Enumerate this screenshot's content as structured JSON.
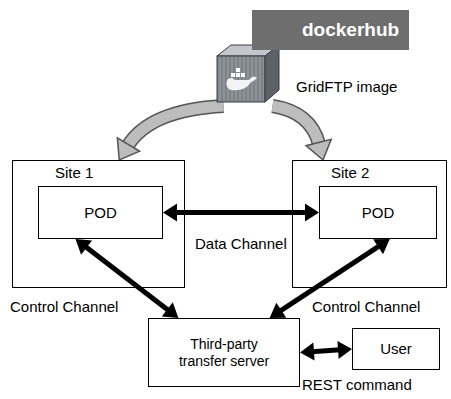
{
  "diagram": {
    "nodes": [
      {
        "text": [
          "dockerhub"
        ]
      },
      {
        "text": [
          "GridFTP image"
        ]
      },
      {
        "text": [
          "Site 1"
        ]
      },
      {
        "text": [
          "POD"
        ],
        "in": 2
      },
      {
        "text": [
          "Site 2"
        ]
      },
      {
        "text": [
          "POD"
        ],
        "in": 4
      },
      {
        "text": [
          "Third-party transfer server"
        ]
      },
      {
        "text": [
          "User"
        ]
      }
    ],
    "edges": [
      {
        "from": 1,
        "to": 2,
        "arrow": "to"
      },
      {
        "from": 1,
        "to": 4,
        "arrow": "to"
      },
      {
        "from": 3,
        "to": 5,
        "label": "Data Channel",
        "arrow": "both"
      },
      {
        "from": 3,
        "to": 6,
        "label": "Control Channel",
        "arrow": "both"
      },
      {
        "from": 5,
        "to": 6,
        "label": "Control Channel",
        "arrow": "both"
      },
      {
        "from": 6,
        "to": 7,
        "label": "REST command",
        "arrow": "both"
      }
    ]
  }
}
